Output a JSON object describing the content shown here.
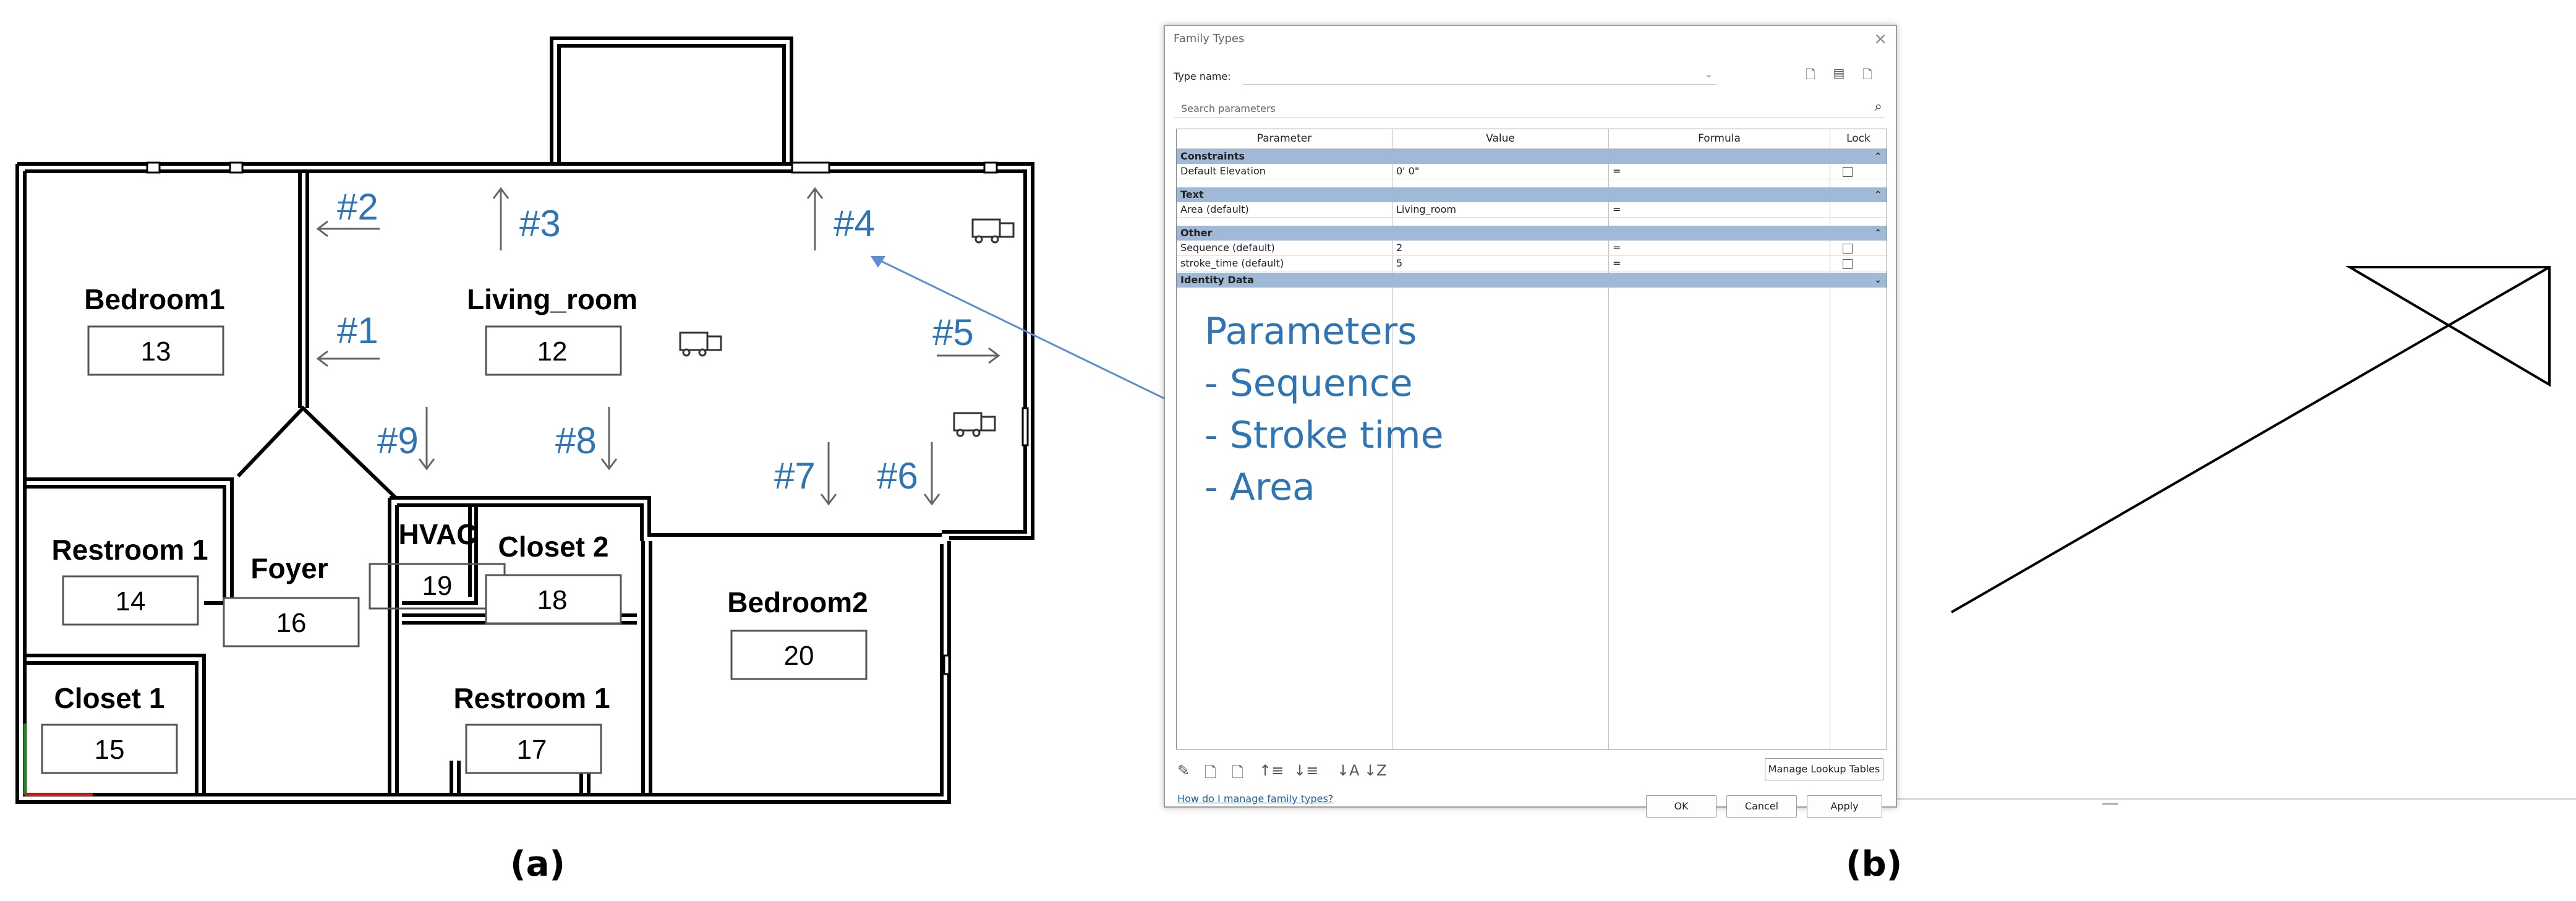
{
  "floor_plan": {
    "rooms": [
      {
        "name": "Bedroom1",
        "number": "13"
      },
      {
        "name": "Living_room",
        "number": "12"
      },
      {
        "name": "Restroom 1",
        "number": "14"
      },
      {
        "name": "Foyer",
        "number": "16"
      },
      {
        "name": "HVAC",
        "number": "19"
      },
      {
        "name": "Closet 2",
        "number": "18"
      },
      {
        "name": "Bedroom2",
        "number": "20"
      },
      {
        "name": "Closet 1",
        "number": "15"
      },
      {
        "name": "Restroom 1",
        "number": "17"
      }
    ],
    "sequence_labels": [
      "#1",
      "#2",
      "#3",
      "#4",
      "#5",
      "#6",
      "#7",
      "#8",
      "#9"
    ],
    "annotation_color": "#2e75b6"
  },
  "dialog": {
    "title": "Family Types",
    "type_name_label": "Type name:",
    "search_placeholder": "Search parameters",
    "columns": [
      "Parameter",
      "Value",
      "Formula",
      "Lock"
    ],
    "groups": [
      {
        "name": "Constraints",
        "rows": [
          {
            "parameter": "Default Elevation",
            "value": "0' 0\"",
            "formula": "=",
            "lock": true
          }
        ]
      },
      {
        "name": "Text",
        "rows": [
          {
            "parameter": "Area (default)",
            "value": "Living_room",
            "formula": "=",
            "lock": false
          }
        ]
      },
      {
        "name": "Other",
        "rows": [
          {
            "parameter": "Sequence (default)",
            "value": "2",
            "formula": "=",
            "lock": true
          },
          {
            "parameter": "stroke_time (default)",
            "value": "5",
            "formula": "=",
            "lock": true
          }
        ]
      },
      {
        "name": "Identity Data",
        "rows": []
      }
    ],
    "manage_lookup_label": "Manage Lookup Tables",
    "help_link": "How do I manage family types?",
    "ok_label": "OK",
    "cancel_label": "Cancel",
    "apply_label": "Apply",
    "group_header_color": "#9fb9d6"
  },
  "callout": {
    "title": "Parameters",
    "items": [
      "- Sequence",
      "- Stroke time",
      "- Area"
    ]
  },
  "captions": {
    "a": "(a)",
    "b": "(b)"
  }
}
